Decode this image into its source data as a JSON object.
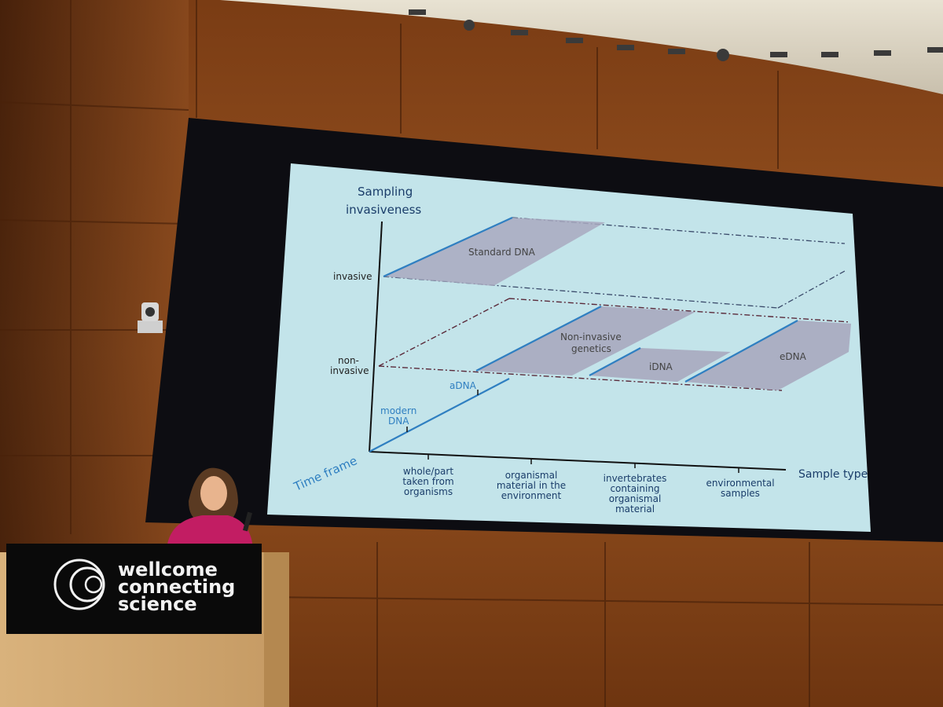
{
  "slide": {
    "axis_y_title_line1": "Sampling",
    "axis_y_title_line2": "invasiveness",
    "level_invasive": "invasive",
    "level_noninvasive_line1": "non-",
    "level_noninvasive_line2": "invasive",
    "axis_z_title": "Time frame",
    "time_adna": "aDNA",
    "time_modern_line1": "modern",
    "time_modern_line2": "DNA",
    "axis_x_title": "Sample type",
    "cat1": [
      "whole/part",
      "taken from",
      "organisms"
    ],
    "cat2": [
      "organismal",
      "material in the",
      "environment"
    ],
    "cat3": [
      "invertebrates",
      "containing",
      "organismal",
      "material"
    ],
    "cat4": [
      "environmental",
      "samples"
    ],
    "region_standard": "Standard DNA",
    "region_noninvasive_line1": "Non-invasive",
    "region_noninvasive_line2": "genetics",
    "region_idna": "iDNA",
    "region_edna": "eDNA"
  },
  "podium": {
    "logo_line1": "wellcome",
    "logo_line2": "connecting",
    "logo_line3": "science"
  },
  "colors": {
    "wood": "#8a4a1e",
    "screen_bg": "#c3e4ea",
    "axis_blue": "#2f7fc1",
    "region_gray": "#a9a9bf",
    "sweater_pink": "#c21d63"
  }
}
